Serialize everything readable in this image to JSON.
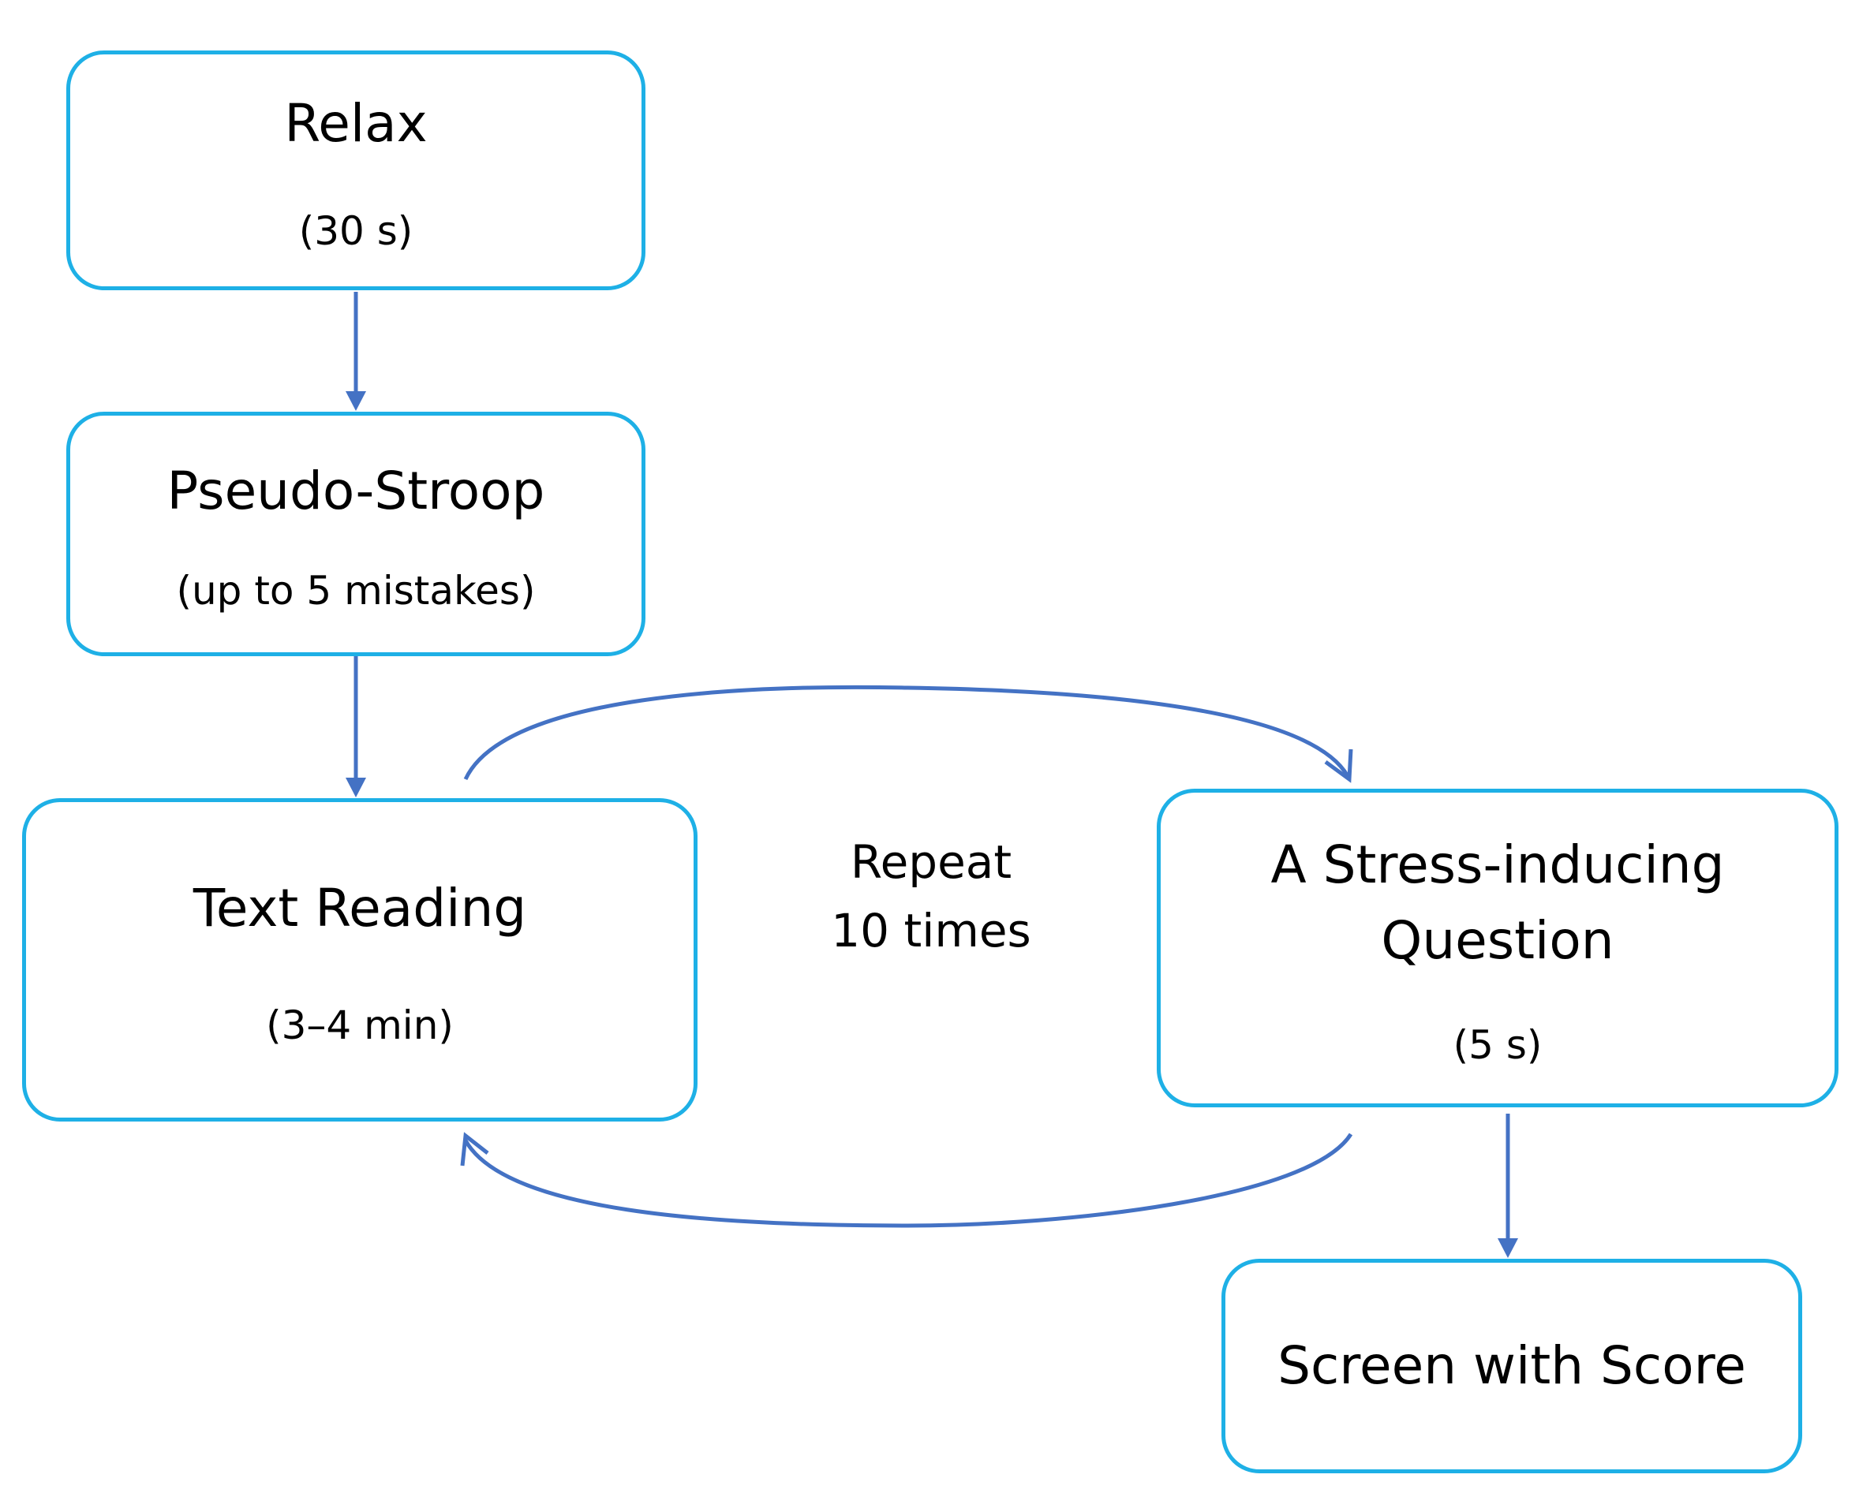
{
  "nodes": {
    "relax": {
      "title": "Relax",
      "detail": "(30 s)"
    },
    "stroop": {
      "title": "Pseudo-Stroop",
      "detail": "(up to 5 mistakes)"
    },
    "reading": {
      "title": "Text Reading",
      "detail": "(3–4 min)"
    },
    "question": {
      "title_line1": "A Stress-inducing",
      "title_line2": "Question",
      "detail": "(5 s)"
    },
    "score": {
      "title": "Screen with Score"
    }
  },
  "loop": {
    "line1": "Repeat",
    "line2": "10 times"
  },
  "colors": {
    "box_border": "#1EB0E6",
    "arrow": "#4472C4",
    "text": "#000000"
  }
}
